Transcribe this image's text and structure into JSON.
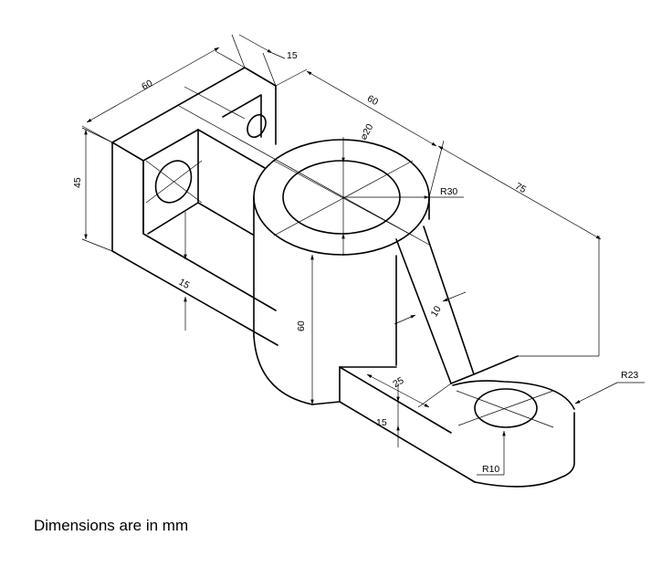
{
  "labels": {
    "d_top_width": "15",
    "d_top_length": "60",
    "d_height_45": "45",
    "d_long_60": "60",
    "d_dia_20": "⌀20",
    "d_r30": "R30",
    "d_75": "75",
    "d_slot_15": "15",
    "d_cyl_60": "60",
    "d_rib_10": "10",
    "d_25": "25",
    "d_base_15": "15",
    "d_r23": "R23",
    "d_r10": "R10"
  },
  "caption": "Dimensions are in mm"
}
